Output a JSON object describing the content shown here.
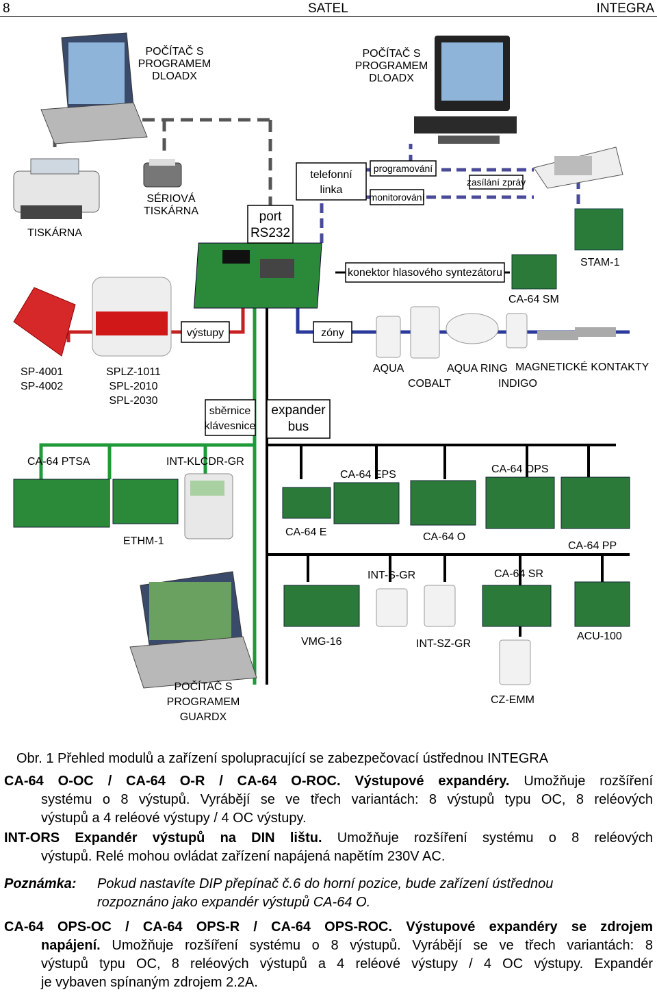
{
  "header": {
    "page": "8",
    "brand": "SATEL",
    "product": "INTEGRA"
  },
  "diagram": {
    "labels": {
      "pc_dloadx_left": [
        "POČÍTAČ S",
        "PROGRAMEM",
        "DLOADX"
      ],
      "pc_dloadx_right": [
        "POČÍTAČ S",
        "PROGRAMEM",
        "DLOADX"
      ],
      "printer": "TISKÁRNA",
      "serial_printer": [
        "SÉRIOVÁ",
        "TISKÁRNA"
      ],
      "phone_line": [
        "telefonní",
        "linka"
      ],
      "programming": "programování",
      "monitoring": "monitorování",
      "messaging": "zasílání zpráv",
      "rs232": [
        "port",
        "RS232"
      ],
      "voice_connector": "konektor hlasového syntezátoru",
      "stam": "STAM-1",
      "ca64sm": "CA-64 SM",
      "outputs": "výstupy",
      "zones": "zóny",
      "sp": [
        "SP-4001",
        "SP-4002"
      ],
      "splz": [
        "SPLZ-1011",
        "SPL-2010",
        "SPL-2030"
      ],
      "aqua": "AQUA",
      "cobalt": "COBALT",
      "aqua_ring": "AQUA RING",
      "indigo": "INDIGO",
      "magnetic": "MAGNETICKÉ KONTAKTY",
      "keypad_bus": [
        "sběrnice",
        "klávesnice"
      ],
      "expander_bus": [
        "expander",
        "bus"
      ],
      "ca64ptsa": "CA-64 PTSA",
      "intklcdr": "INT-KLCDR-GR",
      "ethm": "ETHM-1",
      "ca64eps": "CA-64 EPS",
      "ca64ops": "CA-64 OPS",
      "ca64e": "CA-64 E",
      "ca64o": "CA-64 O",
      "ca64pp": "CA-64 PP",
      "intsgr": "INT-S-GR",
      "ca64sr": "CA-64 SR",
      "vmg": "VMG-16",
      "intszgr": "INT-SZ-GR",
      "acu": "ACU-100",
      "czemm": "CZ-EMM",
      "pc_guardx": [
        "POČÍTAČ S",
        "PROGRAMEM",
        "GUARDX"
      ]
    }
  },
  "caption": "Obr. 1 Přehled modulů a zařízení spolupracující se zabezpečovací ústřednou INTEGRA",
  "p1": {
    "bold": "CA-64 O-OC / CA-64 O-R / CA-64 O-ROC. Výstupové expandéry.",
    "line1": "Umožňuje rozšíření",
    "line2": "systému o 8 výstupů. Vyrábějí se ve třech variantách: 8 výstupů typu OC, 8 reléových",
    "line3": "výstupů a 4 reléové výstupy / 4 OC výstupy."
  },
  "p2": {
    "bold": "INT-ORS Expandér výstupů na DIN lištu.",
    "line1": "Umožňuje rozšíření systému o 8 reléových",
    "line2": "výstupů. Relé mohou ovládat zařízení napájená napětím 230V AC."
  },
  "note": {
    "key": "Poznámka:",
    "line1": "Pokud nastavíte DIP přepínač č.6 do horní pozice, bude zařízení ústřednou",
    "line2": "rozpoznáno jako expandér výstupů CA-64 O."
  },
  "p3": {
    "bold1": "CA-64 OPS-OC / CA-64 OPS-R / CA-64 OPS-ROC. Výstupové expandéry se zdrojem",
    "bold2": "napájení.",
    "line2": "Umožňuje rozšíření systému o 8 výstupů. Vyrábějí se ve třech variantách: 8",
    "line3": "výstupů typu OC, 8 reléových výstupů a 4 reléové výstupy / 4 OC výstupy. Expandér",
    "line4": "je vybaven spínaným zdrojem 2.2A."
  }
}
